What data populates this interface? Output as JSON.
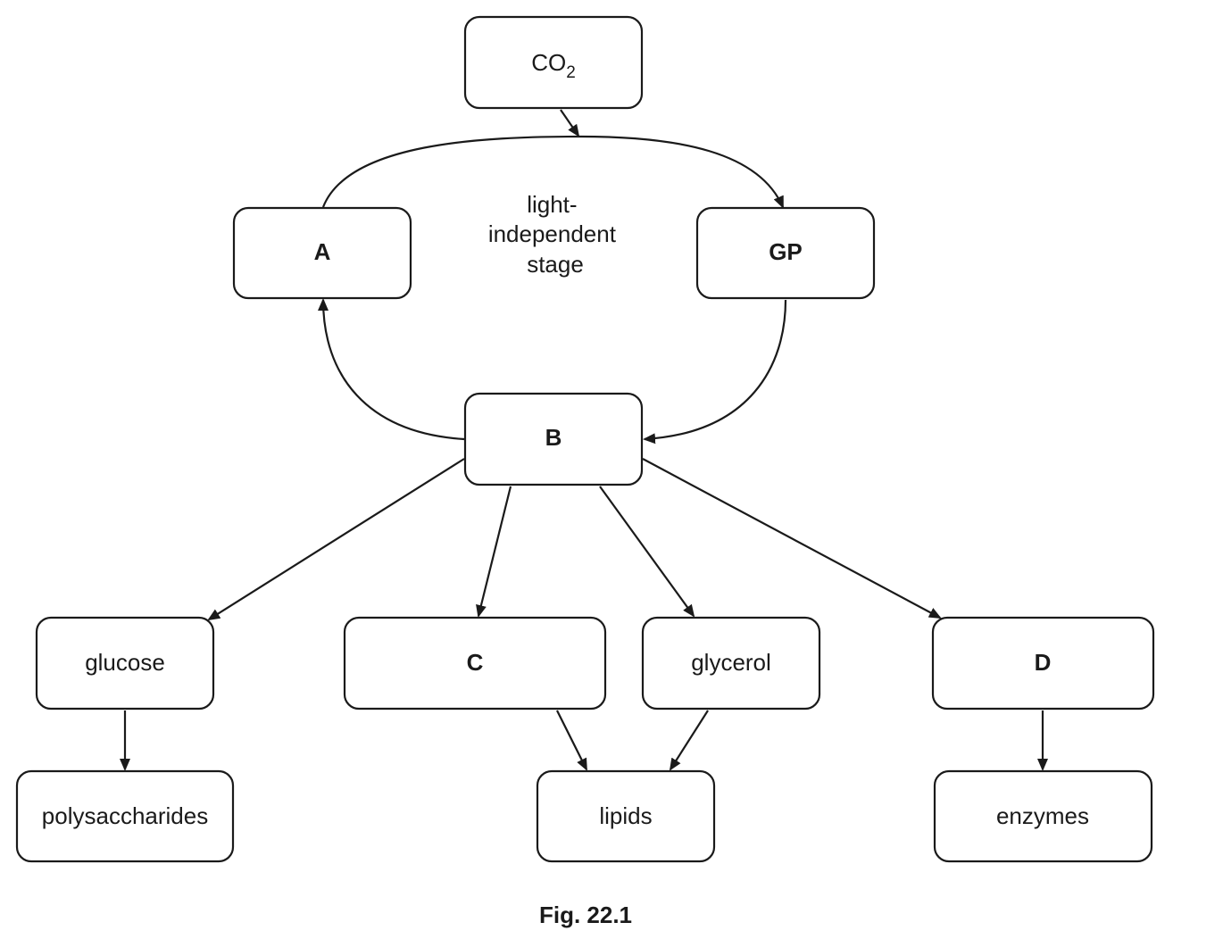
{
  "nodes": {
    "co2": {
      "main": "CO",
      "sub": "2"
    },
    "a": "A",
    "gp": "GP",
    "b": "B",
    "glucose": "glucose",
    "c": "C",
    "glycerol": "glycerol",
    "d": "D",
    "polysaccharides": "polysaccharides",
    "lipids": "lipids",
    "enzymes": "enzymes"
  },
  "cycle_label": {
    "line1": "light-",
    "line2": "independent",
    "line3": "stage"
  },
  "caption": "Fig. 22.1"
}
